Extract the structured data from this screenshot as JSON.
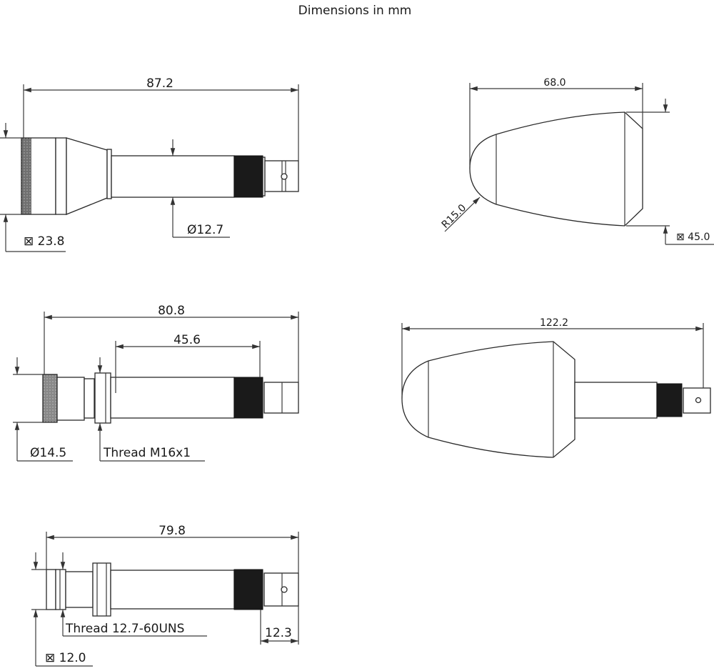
{
  "title": "Dimensions in mm",
  "views": {
    "top_left": {
      "length": "87.2",
      "height": "⊠ 23.8",
      "tube_diameter": "Ø12.7"
    },
    "middle_left": {
      "length": "80.8",
      "tube_length": "45.6",
      "diameter": "Ø14.5",
      "thread": "Thread M16x1"
    },
    "bottom_left": {
      "length": "79.8",
      "thread": "Thread 12.7-60UNS",
      "connector_length": "12.3",
      "height": "⊠ 12.0"
    },
    "top_right": {
      "length": "68.0",
      "radius": "R15.0",
      "height": "⊠ 45.0"
    },
    "middle_right": {
      "length": "122.2"
    }
  }
}
